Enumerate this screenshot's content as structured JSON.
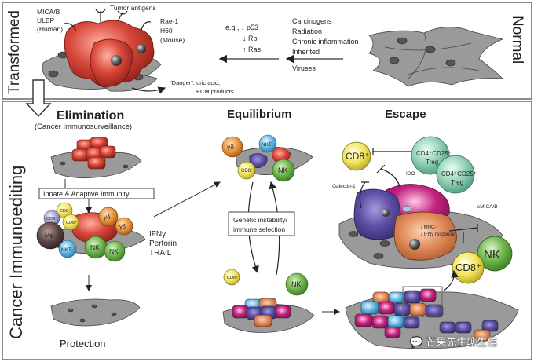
{
  "sections": {
    "transformed_label": "Transformed",
    "normal_label": "Normal",
    "immunoediting_label": "Cancer Immunoediting"
  },
  "transformed": {
    "mica_lines": [
      "MICA/B",
      "ULBP",
      "(Human)"
    ],
    "tumor_antigens": "Tumor antigens",
    "rae_lines": [
      "Rae-1",
      "H60",
      "(Mouse)"
    ],
    "danger_lines": [
      "\"Danger\": uric acid,",
      "ECM products"
    ],
    "mutations": [
      "e.g., ↓ p53",
      "↓ Rb",
      "↑ Ras"
    ],
    "causes": [
      "Carcinogens",
      "Radiation",
      "Chronic inflammation",
      "Inherited",
      "Viruses"
    ]
  },
  "elimination": {
    "title": "Elimination",
    "subtitle": "(Cancer Immunosurveillance)",
    "box_label": "Innate & Adaptive Immunity",
    "cells": {
      "cd8a": "CD8⁺",
      "cd4": "CD4⁺",
      "cd8b": "CD8⁺",
      "gd1": "γδ",
      "gd2": "γδ",
      "mphi": "Mφ",
      "nkt": "NKT",
      "nk1": "NK",
      "nk2": "NK"
    },
    "effectors": [
      "IFNγ",
      "Perforin",
      "TRAIL"
    ],
    "outcome": "Protection"
  },
  "equilibrium": {
    "title": "Equilibrium",
    "cells": {
      "gd": "γδ",
      "nkt": "NKT",
      "cd8": "CD8⁺",
      "nk": "NK",
      "cd8_low": "CD8⁺",
      "nk_low": "NK"
    },
    "box_lines": [
      "Genetic instability/",
      "immune selection"
    ]
  },
  "escape": {
    "title": "Escape",
    "cd8_top": "CD8⁺",
    "treg1": [
      "CD4⁺CD25⁺",
      "Treg"
    ],
    "treg2": [
      "CD4⁺CD25⁺",
      "Treg"
    ],
    "ido": "IDO",
    "galectin": "Galectin-1",
    "smica": "sMICA/B",
    "mhc_lines": [
      "↓ MHC-I",
      "↓ IFNγ response"
    ],
    "nk": "NK",
    "cd8_bottom": "CD8⁺"
  },
  "watermark": "芒果先生聊生信",
  "colors": {
    "tumor_red": "#c8352a",
    "cd8_yellow": "#f3e45a",
    "nk_green": "#6db34a",
    "nkt_blue": "#5fb6e6",
    "gd_orange": "#e8943a",
    "cd4_lavender": "#a7a4cf",
    "mphi_brown": "#5b4744",
    "treg_teal": "#8fcfb4",
    "magenta": "#c2237e",
    "purple": "#5d4ea3",
    "salmon": "#e08a5a",
    "sheet_gray": "#9a9a9a"
  }
}
